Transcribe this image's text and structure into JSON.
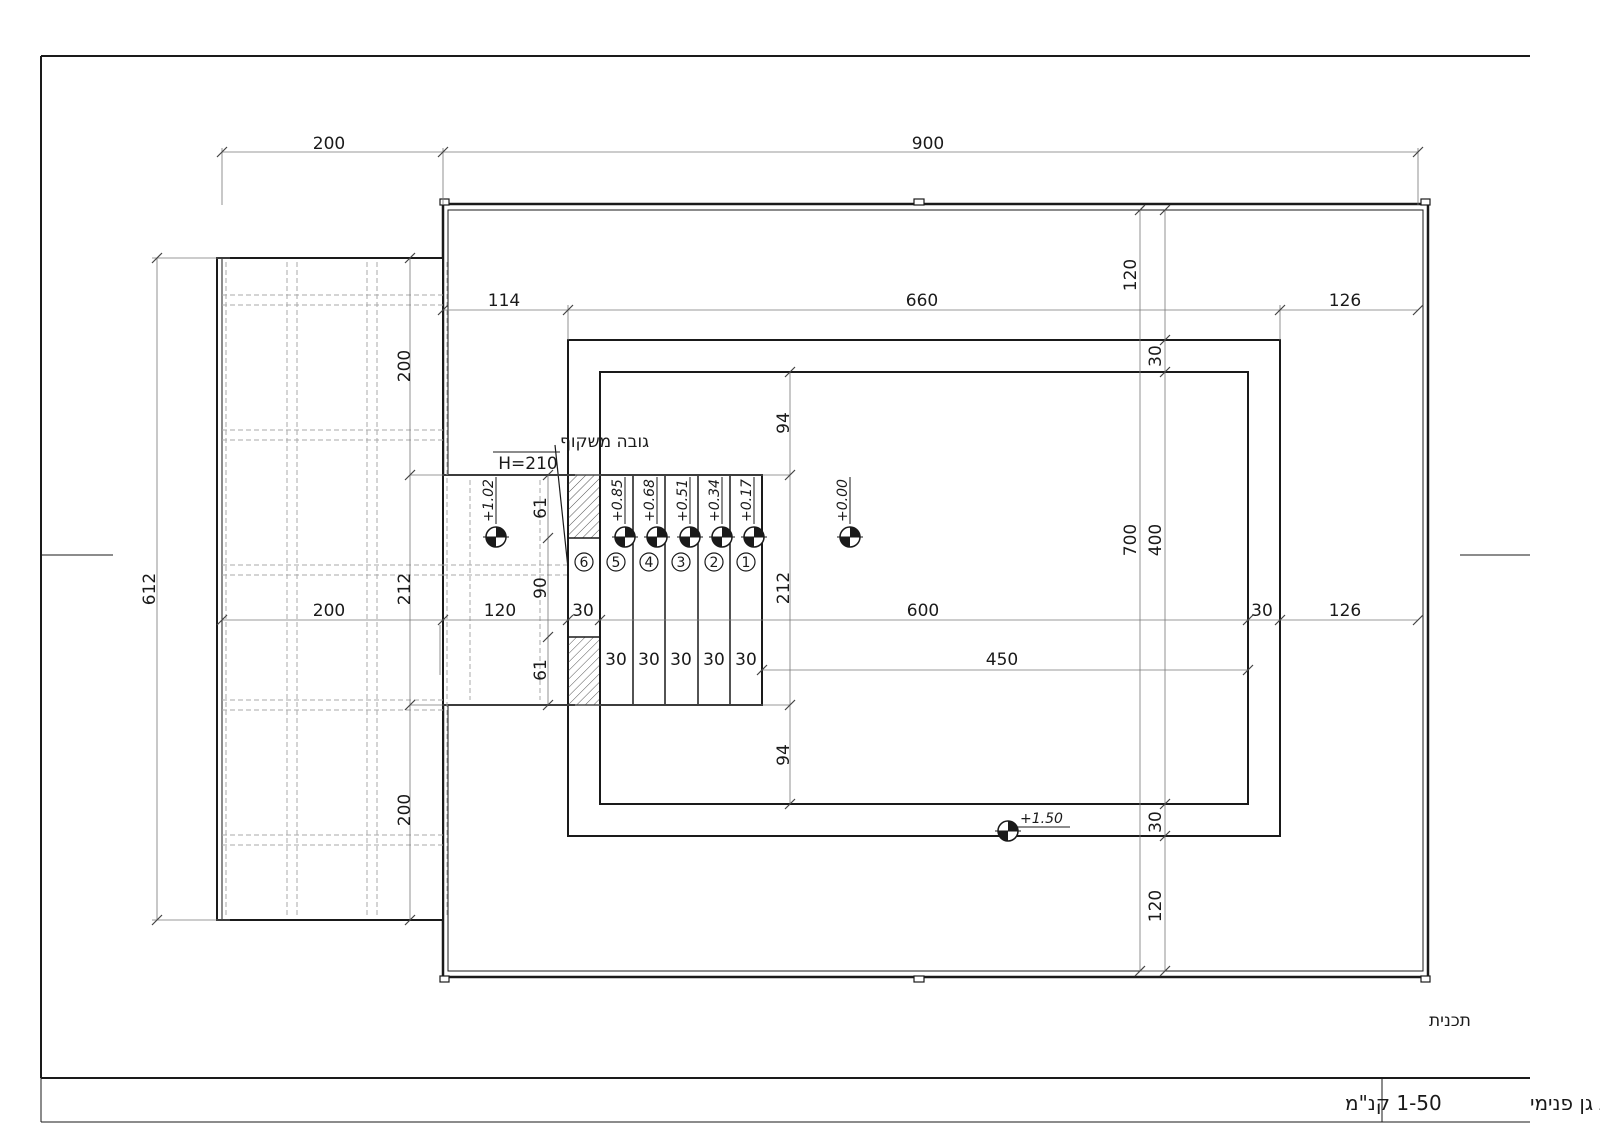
{
  "title_block": {
    "title": "נית גן פנימי",
    "scale": "1-50 קנ\"מ"
  },
  "view_label": "תכנית",
  "window_note": {
    "label": "גובה משקוף",
    "height": "H=210"
  },
  "dimensions": {
    "top_left_width": "200",
    "top_total_width": "900",
    "inner_left": "114",
    "inner_mid": "660",
    "inner_right": "126",
    "left_total_height": "612",
    "left_upper_200": "200",
    "left_mid_212": "212",
    "left_lower_200": "200",
    "left_200_horizontal": "200",
    "corridor_120": "120",
    "step_zone_30": "30",
    "right_30": "30",
    "right_126": "126",
    "pool_600": "600",
    "pool_450": "450",
    "upper_94": "94",
    "lower_94": "94",
    "mid_212": "212",
    "wall_61_top": "61",
    "wall_61_bottom": "61",
    "door_90": "90",
    "step_30_a": "30",
    "step_30_b": "30",
    "step_30_c": "30",
    "step_30_d": "30",
    "step_30_e": "30",
    "v_120_top": "120",
    "v_30_top": "30",
    "v_400": "400",
    "v_700": "700",
    "v_30_bottom": "30",
    "v_120_bottom": "120"
  },
  "levels": {
    "floor": "+1.02",
    "step5": "+0.85",
    "step4": "+0.68",
    "step3": "+0.51",
    "step2": "+0.34",
    "step1": "+0.17",
    "pool": "+0.00",
    "deck": "+1.50"
  },
  "step_numbers": [
    "6",
    "5",
    "4",
    "3",
    "2",
    "1"
  ]
}
